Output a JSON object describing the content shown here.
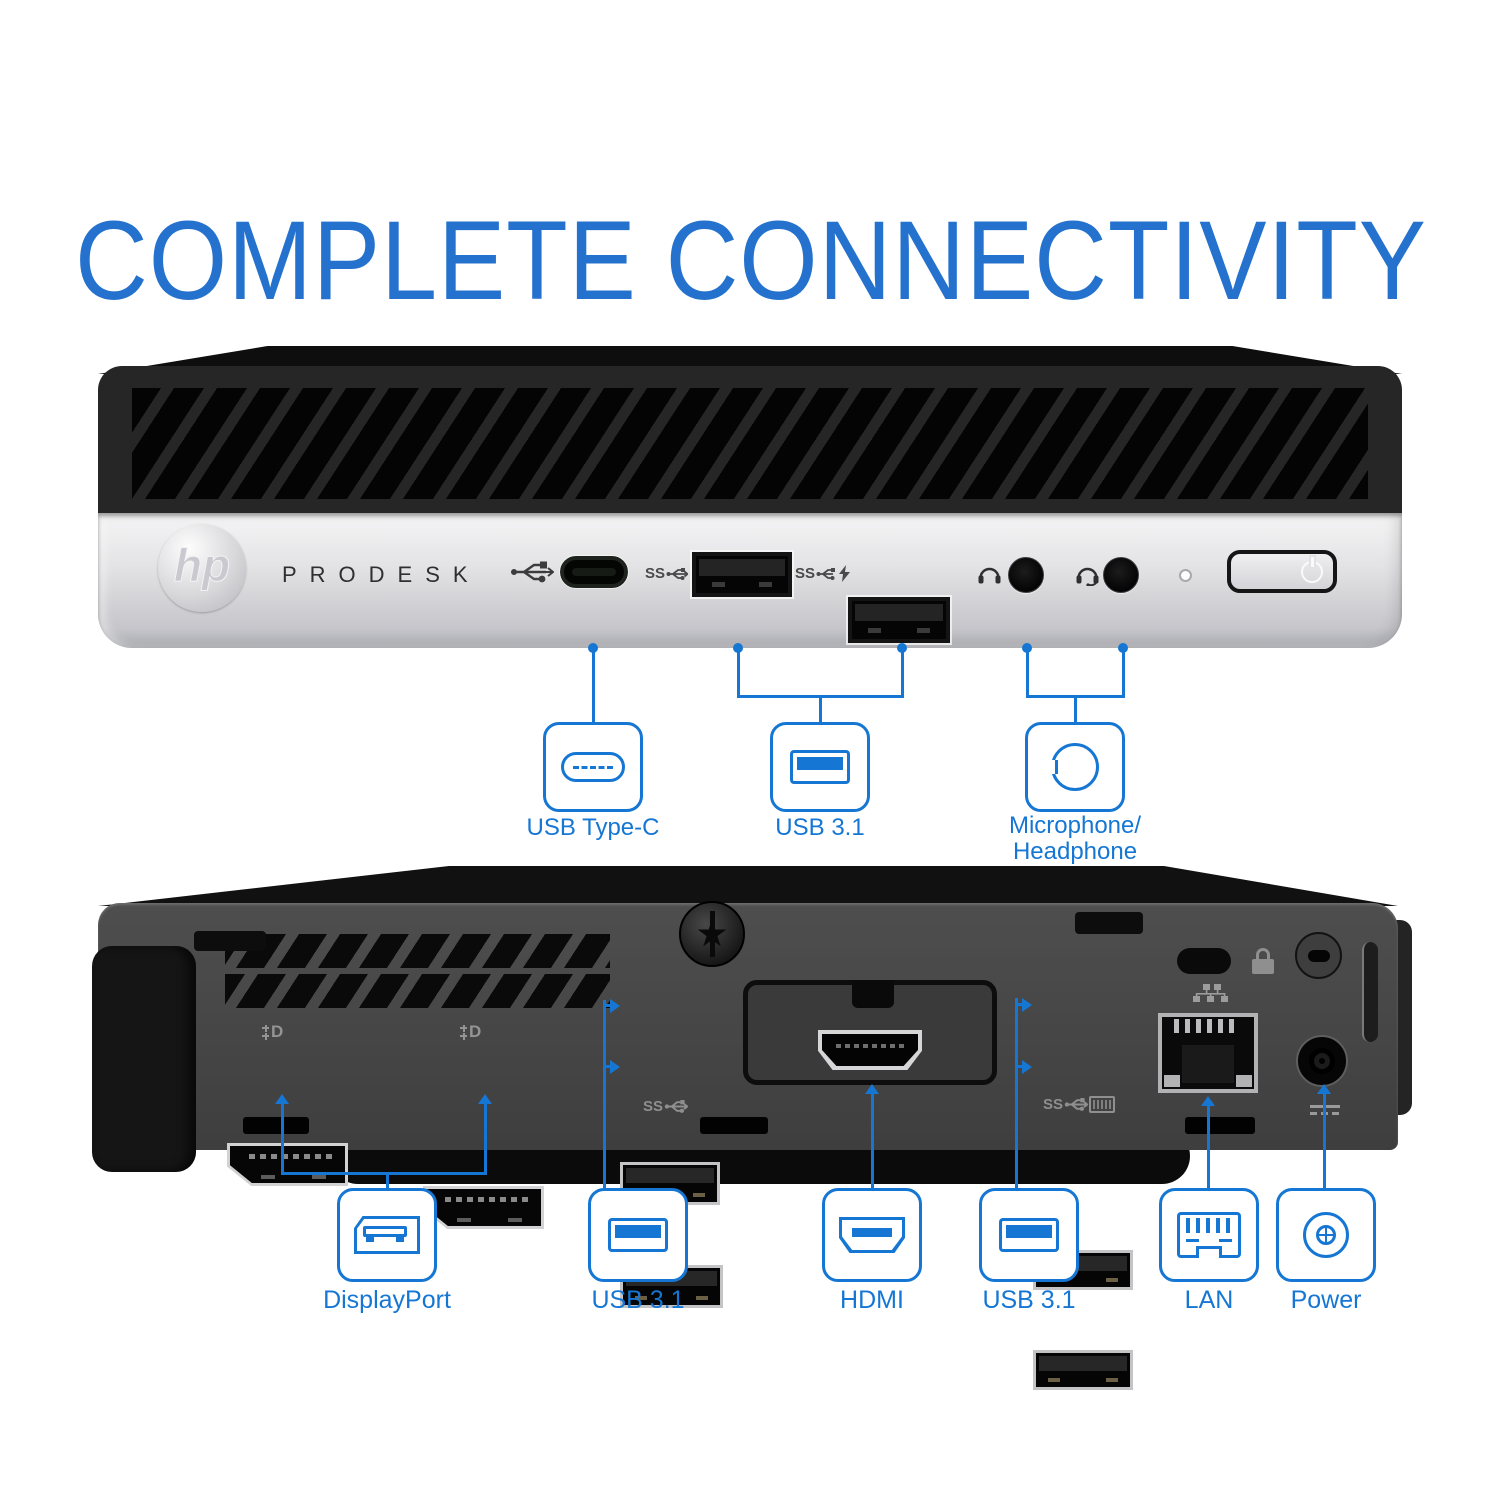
{
  "colors": {
    "accent": "#1577d3",
    "title": "#2472ce"
  },
  "title": "COMPLETE CONNECTIVITY",
  "front_view": {
    "brand_logo": "hp",
    "model_name": "PRODESK",
    "usb31_marking": "SS",
    "usb31_charging_marking": "SS"
  },
  "back_view": {
    "usb31_marking_left": "SS",
    "usb31_marking_right": "SS",
    "displayport_logo_letter": "D"
  },
  "front_callouts": [
    {
      "label": "USB Type-C",
      "icon": "usb-c-icon"
    },
    {
      "label": "USB 3.1",
      "icon": "usb-a-icon"
    },
    {
      "label_line1": "Microphone/",
      "label_line2": "Headphone",
      "icon": "audio-jack-icon"
    }
  ],
  "back_callouts": [
    {
      "label": "DisplayPort",
      "icon": "displayport-icon"
    },
    {
      "label": "USB 3.1",
      "icon": "usb-a-icon"
    },
    {
      "label": "HDMI",
      "icon": "hdmi-icon"
    },
    {
      "label": "USB 3.1",
      "icon": "usb-a-icon"
    },
    {
      "label": "LAN",
      "icon": "lan-icon"
    },
    {
      "label": "Power",
      "icon": "power-icon"
    }
  ]
}
